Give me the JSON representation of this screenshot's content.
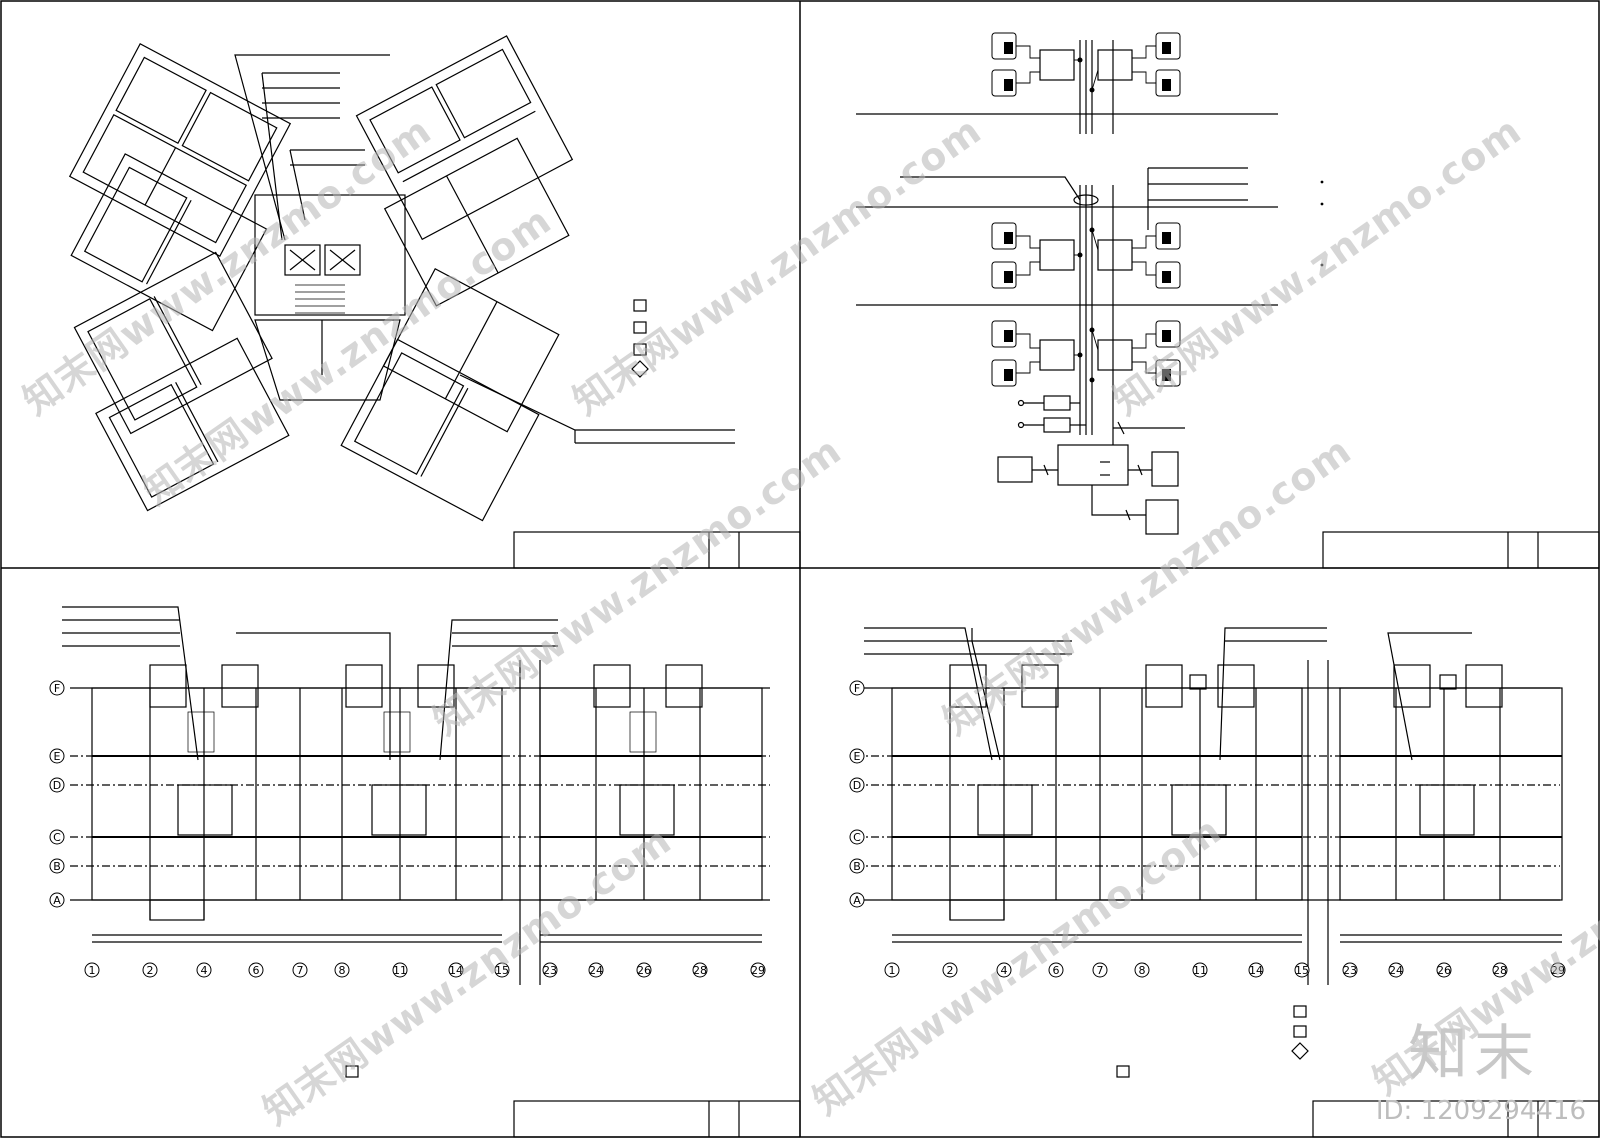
{
  "watermark": {
    "text": "知末网www.znzmo.com",
    "logo_text": "知末",
    "doc_id": "ID: 1209294416"
  },
  "plan_grid": {
    "column_labels": [
      "1",
      "2",
      "4",
      "6",
      "7",
      "8",
      "11",
      "14",
      "15",
      "23",
      "24",
      "26",
      "28",
      "29"
    ],
    "row_labels": [
      "F",
      "E",
      "D",
      "C",
      "B",
      "A"
    ]
  },
  "colors": {
    "line": "#000000",
    "watermark": "#b5b5b5"
  }
}
